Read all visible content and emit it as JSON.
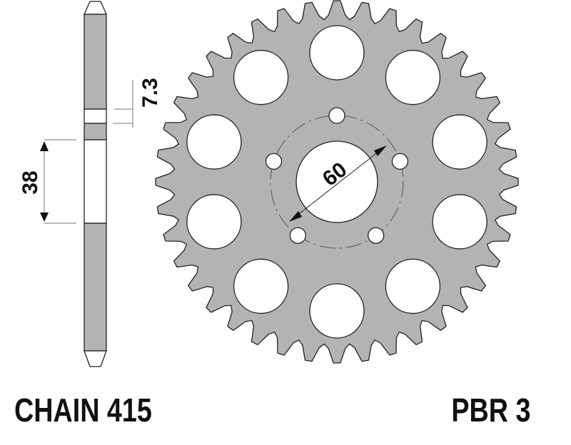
{
  "labels": {
    "chain": "CHAIN 415",
    "part": "PBR 3"
  },
  "dimensions": {
    "hub_width": "38",
    "plate_thickness": "7.3",
    "center_bore": "60"
  },
  "sprocket": {
    "teeth": 40,
    "lightening_holes": 10,
    "bolt_holes": 5
  },
  "colors": {
    "body": "#b3b3b3",
    "outline": "#222222"
  }
}
